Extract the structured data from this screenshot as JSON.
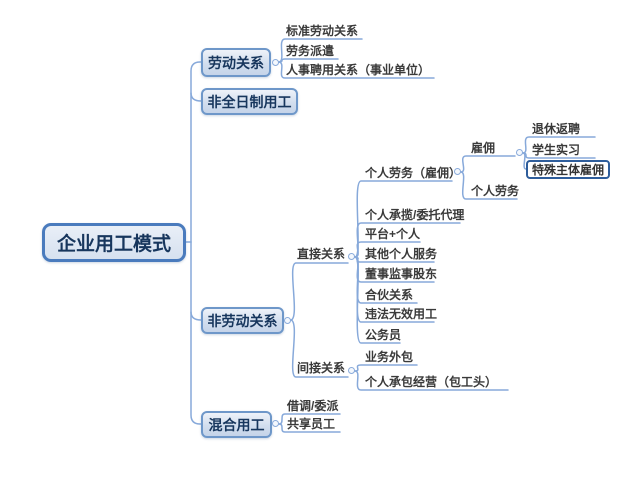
{
  "mindmap": {
    "root": {
      "label": "企业用工模式"
    },
    "branches": [
      {
        "label": "劳动关系",
        "children": [
          {
            "label": "标准劳动关系"
          },
          {
            "label": "劳务派遣"
          },
          {
            "label": "人事聘用关系（事业单位）"
          }
        ]
      },
      {
        "label": "非全日制用工"
      },
      {
        "label": "非劳动关系",
        "children": [
          {
            "label": "直接关系",
            "children": [
              {
                "label": "个人劳务（雇佣）",
                "children": [
                  {
                    "label": "雇佣",
                    "children": [
                      {
                        "label": "退休返聘"
                      },
                      {
                        "label": "学生实习"
                      },
                      {
                        "label": "特殊主体雇佣",
                        "highlighted": true
                      }
                    ]
                  },
                  {
                    "label": "个人劳务"
                  }
                ]
              },
              {
                "label": "个人承揽/委托代理"
              },
              {
                "label": "平台+个人"
              },
              {
                "label": "其他个人服务"
              },
              {
                "label": "董事监事股东"
              },
              {
                "label": "合伙关系"
              },
              {
                "label": "违法无效用工"
              },
              {
                "label": "公务员"
              }
            ]
          },
          {
            "label": "间接关系",
            "children": [
              {
                "label": "业务外包"
              },
              {
                "label": "个人承包经营（包工头）"
              }
            ]
          }
        ]
      },
      {
        "label": "混合用工",
        "children": [
          {
            "label": "借调/委派"
          },
          {
            "label": "共享员工"
          }
        ]
      }
    ]
  },
  "colors": {
    "node_border": "#6e97c9",
    "root_border": "#4a7bbd",
    "node_fill_top": "#eef2f9",
    "node_fill_bottom": "#c5d4e9",
    "connector_line": "#87a9da",
    "node_text": "#17365d",
    "leaf_text": "#3a3a3a",
    "highlight_border": "#2e5d9b"
  }
}
